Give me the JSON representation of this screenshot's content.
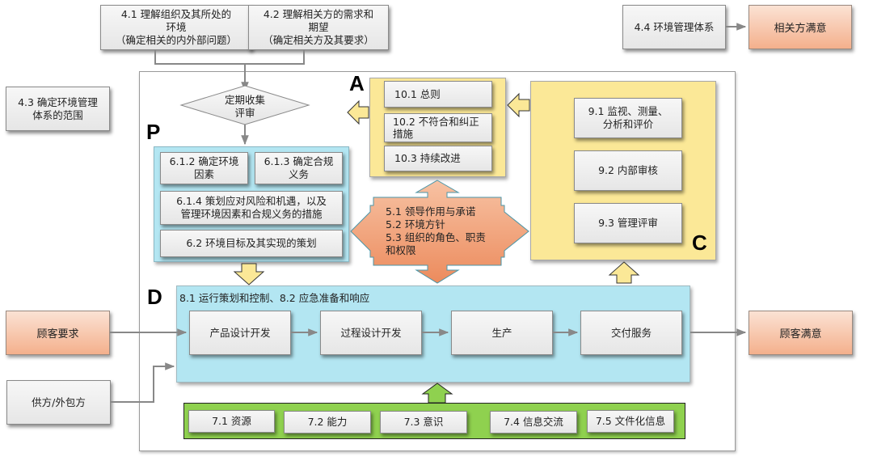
{
  "top": {
    "box_4_1": "4.1 理解组织及其所处的\n环境\n（确定相关的内外部问题）",
    "box_4_2": "4.2 理解相关方的需求和\n期望\n（确定相关方及其要求）",
    "box_4_3": "4.3 确定环境管理\n体系的范围",
    "box_4_4": "4.4 环境管理体系",
    "stakeholder_satisfaction": "相关方满意"
  },
  "review_diamond": "定期收集\n评审",
  "pdca_letters": {
    "plan": "P",
    "do": "D",
    "check": "C",
    "act": "A"
  },
  "plan": {
    "box_6_1_2": "6.1.2 确定环境\n因素",
    "box_6_1_3": "6.1.3 确定合规\n义务",
    "box_6_1_4": "6.1.4 策划应对风险和机遇，以及\n管理环境因素和合规义务的措施",
    "box_6_2": "6.2 环境目标及其实现的策划"
  },
  "act": {
    "box_10_1": "10.1 总则",
    "box_10_2": "10.2 不符合和纠正\n措施",
    "box_10_3": "10.3 持续改进"
  },
  "leadership": "5.1 领导作用与承诺\n5.2 环境方针\n5.3 组织的角色、职责\n和权限",
  "check": {
    "box_9_1": "9.1 监视、测量、\n分析和评价",
    "box_9_2": "9.2 内部审核",
    "box_9_3": "9.3 管理评审"
  },
  "do": {
    "title": "8.1 运行策划和控制、8.2 应急准备和响应",
    "steps": [
      "产品设计开发",
      "过程设计开发",
      "生产",
      "交付服务"
    ]
  },
  "inputs": {
    "customer_requirements": "顾客要求",
    "suppliers": "供方/外包方"
  },
  "outputs": {
    "customer_satisfaction": "顾客满意"
  },
  "support": {
    "items": [
      "7.1 资源",
      "7.2 能力",
      "7.3 意识",
      "7.4 信息交流",
      "7.5 文件化信息"
    ]
  },
  "colors": {
    "orange": "#f4b08c",
    "yellow": "#fbe897",
    "cyan": "#b3e6f2",
    "green": "#8fd14f",
    "gray_box": "#eeeeee"
  }
}
